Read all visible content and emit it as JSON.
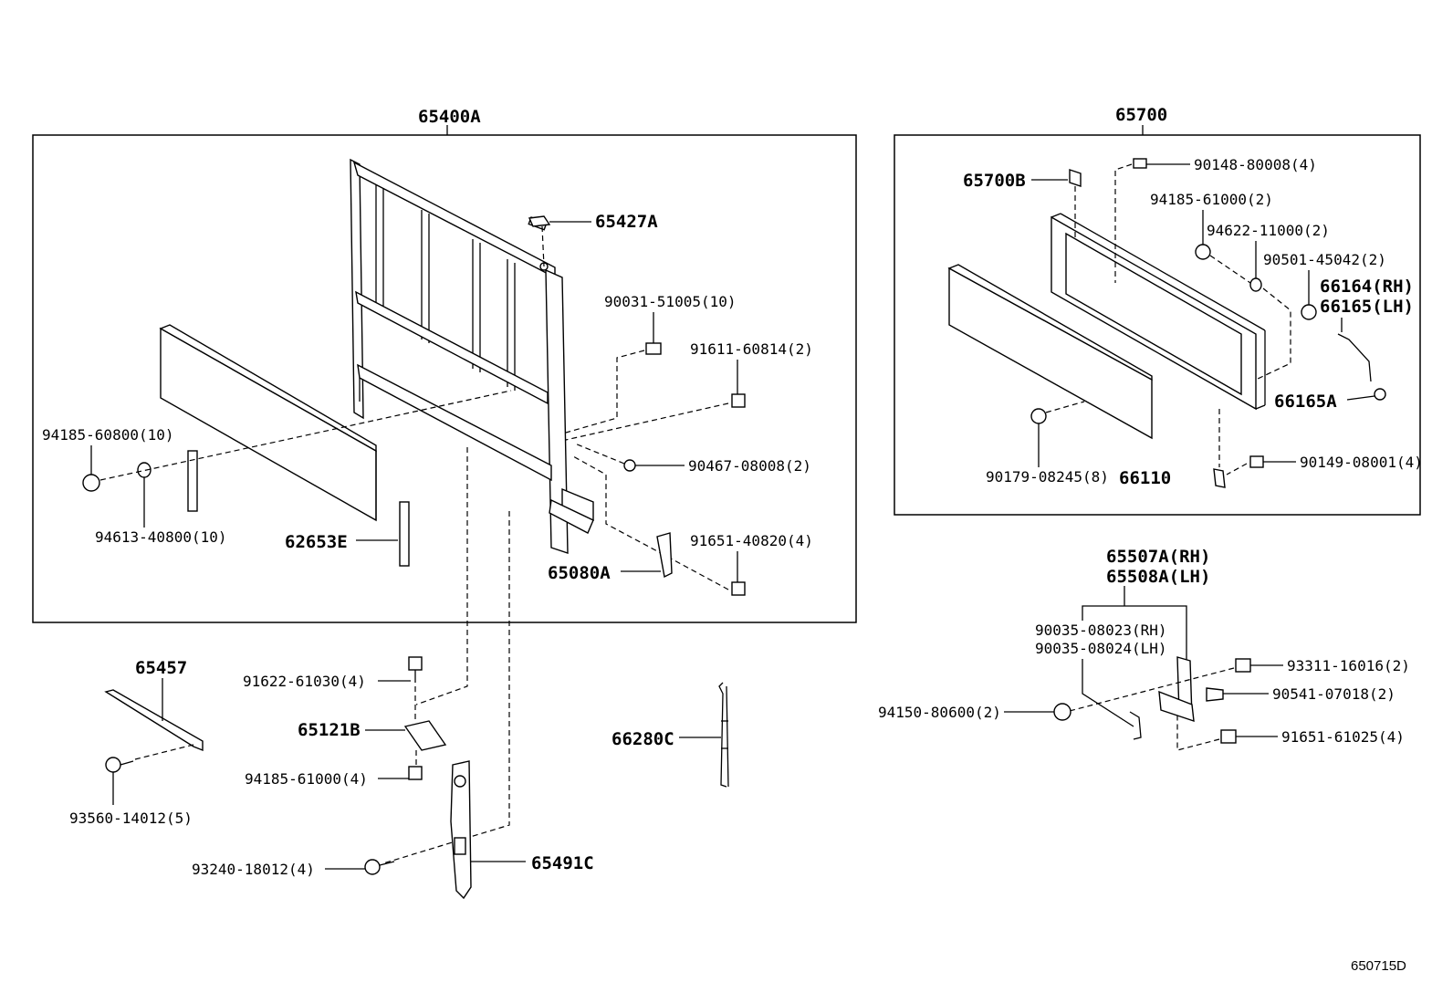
{
  "groups": {
    "rear_guard": "65400A",
    "tailgate": "65700",
    "hinge": [
      "65507A(RH)",
      "65508A(LH)"
    ]
  },
  "labels": {
    "p65427A": "65427A",
    "p90031": "90031-51005(10)",
    "p91611": "91611-60814(2)",
    "p94185a": "94185-60800(10)",
    "p90467": "90467-08008(2)",
    "p94613": "94613-40800(10)",
    "p62653E": "62653E",
    "p91651a": "91651-40820(4)",
    "p65080A": "65080A",
    "p65700B": "65700B",
    "p90148": "90148-80008(4)",
    "p94185b": "94185-61000(2)",
    "p94622": "94622-11000(2)",
    "p90501": "90501-45042(2)",
    "p66164": "66164(RH)",
    "p66165": "66165(LH)",
    "p66165A": "66165A",
    "p90179": "90179-08245(8)",
    "p66110": "66110",
    "p90149": "90149-08001(4)",
    "p90035rh": "90035-08023(RH)",
    "p90035lh": "90035-08024(LH)",
    "p93311": "93311-16016(2)",
    "p90541": "90541-07018(2)",
    "p94150": "94150-80600(2)",
    "p91651b": "91651-61025(4)",
    "p65457": "65457",
    "p93560": "93560-14012(5)",
    "p91622": "91622-61030(4)",
    "p65121B": "65121B",
    "p94185c": "94185-61000(4)",
    "p93240": "93240-18012(4)",
    "p65491C": "65491C",
    "p66280C": "66280C"
  },
  "diagram_code": "650715D"
}
